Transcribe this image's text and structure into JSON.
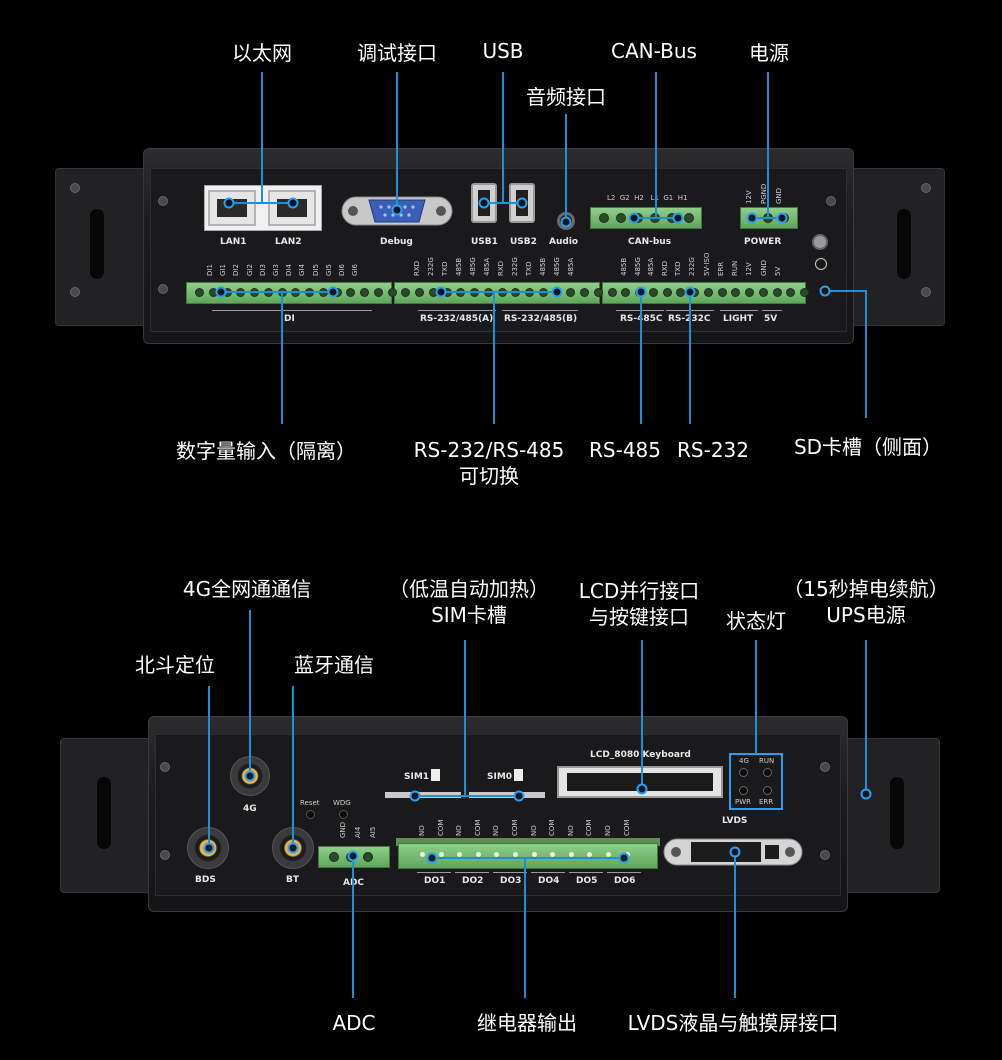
{
  "top_callouts": {
    "ethernet": "以太网",
    "debug": "调试接口",
    "usb": "USB",
    "audio": "音频接口",
    "can": "CAN-Bus",
    "power": "电源",
    "di": "数字量输入（隔离）",
    "rs232_485_line1": "RS-232/RS-485",
    "rs232_485_line2": "可切换",
    "rs485": "RS-485",
    "rs232": "RS-232",
    "sd": "SD卡槽（侧面）"
  },
  "top_panel": {
    "lan1": "LAN1",
    "lan2": "LAN2",
    "debug": "Debug",
    "usb1": "USB1",
    "usb2": "USB2",
    "audio": "Audio",
    "can_bus": "CAN-bus",
    "can_pins": [
      "L2",
      "G2",
      "H2",
      "L1",
      "G1",
      "H1"
    ],
    "power": "POWER",
    "power_pins": [
      "12V",
      "PGND",
      "GND"
    ],
    "di_pins": [
      "DI1",
      "GI1",
      "DI2",
      "GI2",
      "DI3",
      "GI3",
      "DI4",
      "GI4",
      "DI5",
      "GI5",
      "DI6",
      "GI6"
    ],
    "di_label": "DI",
    "rs_a_pins": [
      "RXD",
      "232G",
      "TXD",
      "485B",
      "485G",
      "485A"
    ],
    "rs_b_pins": [
      "RXD",
      "232G",
      "TXD",
      "485B",
      "485G",
      "485A"
    ],
    "rs_a_label": "RS-232/485(A)",
    "rs_b_label": "RS-232/485(B)",
    "rsc_pins": [
      "485B",
      "485G",
      "485A",
      "RXD",
      "TXD",
      "232G"
    ],
    "rs485c": "RS-485C",
    "rs232c": "RS-232C",
    "light_pins": [
      "5V-ISO",
      "ERR",
      "RUN",
      "12V"
    ],
    "light": "LIGHT",
    "v5_pins": [
      "GND",
      "5V"
    ],
    "v5": "5V"
  },
  "bottom_callouts": {
    "g4": "4G全网通通信",
    "sim_line1": "（低温自动加热）",
    "sim_line2": "SIM卡槽",
    "lcd_line1": "LCD并行接口",
    "lcd_line2": "与按键接口",
    "status_led": "状态灯",
    "ups_line1": "（15秒掉电续航）",
    "ups_line2": "UPS电源",
    "bds": "北斗定位",
    "bt": "蓝牙通信",
    "adc": "ADC",
    "relay": "继电器输出",
    "lvds": "LVDS液晶与触摸屏接口"
  },
  "bottom_panel": {
    "g4": "4G",
    "bds": "BDS",
    "bt": "BT",
    "reset": "Reset",
    "wdg": "WDG",
    "adc_pins": [
      "GND",
      "AI4",
      "AI5"
    ],
    "adc": "ADC",
    "sim1": "SIM1",
    "sim0": "SIM0",
    "lcd": "LCD_8080 Keyboard",
    "leds": [
      "4G",
      "RUN",
      "PWR",
      "ERR"
    ],
    "lvds": "LVDS",
    "do_pins": [
      "NO",
      "COM",
      "NO",
      "COM",
      "NO",
      "COM",
      "NO",
      "COM",
      "NO",
      "COM",
      "NO",
      "COM"
    ],
    "do_labels": [
      "DO1",
      "DO2",
      "DO3",
      "DO4",
      "DO5",
      "DO6"
    ]
  }
}
